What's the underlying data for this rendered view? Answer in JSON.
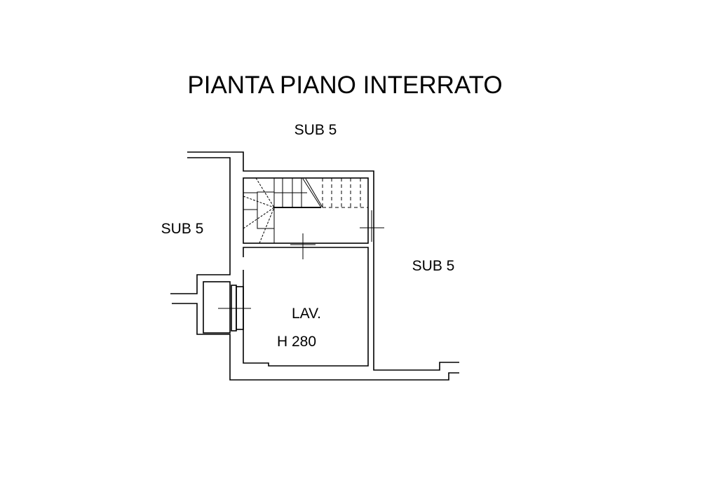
{
  "title": "PIANTA PIANO INTERRATO",
  "labels": {
    "sub_top": "SUB 5",
    "sub_left": "SUB 5",
    "sub_right": "SUB 5",
    "room": "LAV.",
    "height": "H 280"
  }
}
